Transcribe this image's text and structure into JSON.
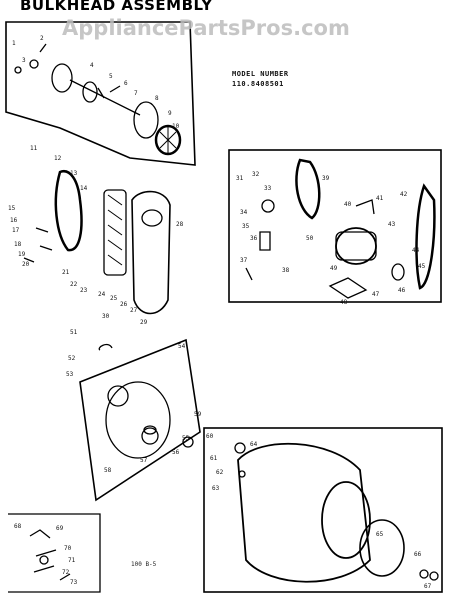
{
  "header": {
    "title": "BULKHEAD ASSEMBLY",
    "watermark": "AppliancePartsPros.com"
  },
  "model": {
    "label": "MODEL NUMBER",
    "number": "110.8408501"
  },
  "figure_ref": "100 B-5",
  "part_numbers": {
    "top_left": [
      "1",
      "2",
      "3",
      "4",
      "5",
      "6",
      "7",
      "8",
      "9",
      "10",
      "11",
      "12",
      "13",
      "14"
    ],
    "belt_panel": [
      "15",
      "16",
      "17",
      "18",
      "19",
      "20",
      "21",
      "22",
      "23",
      "24",
      "25",
      "26",
      "27",
      "28",
      "29",
      "30"
    ],
    "motor_box": [
      "31",
      "32",
      "33",
      "34",
      "35",
      "36",
      "37",
      "38",
      "39",
      "40",
      "41",
      "42",
      "43",
      "44",
      "45",
      "46",
      "47",
      "48",
      "49",
      "50"
    ],
    "bulkhead": [
      "51",
      "52",
      "53",
      "54",
      "55",
      "56",
      "57",
      "58"
    ],
    "drum": [
      "59",
      "60",
      "61",
      "62",
      "63",
      "64",
      "65",
      "66",
      "67"
    ],
    "inset": [
      "68",
      "69",
      "70",
      "71",
      "72",
      "73"
    ]
  }
}
